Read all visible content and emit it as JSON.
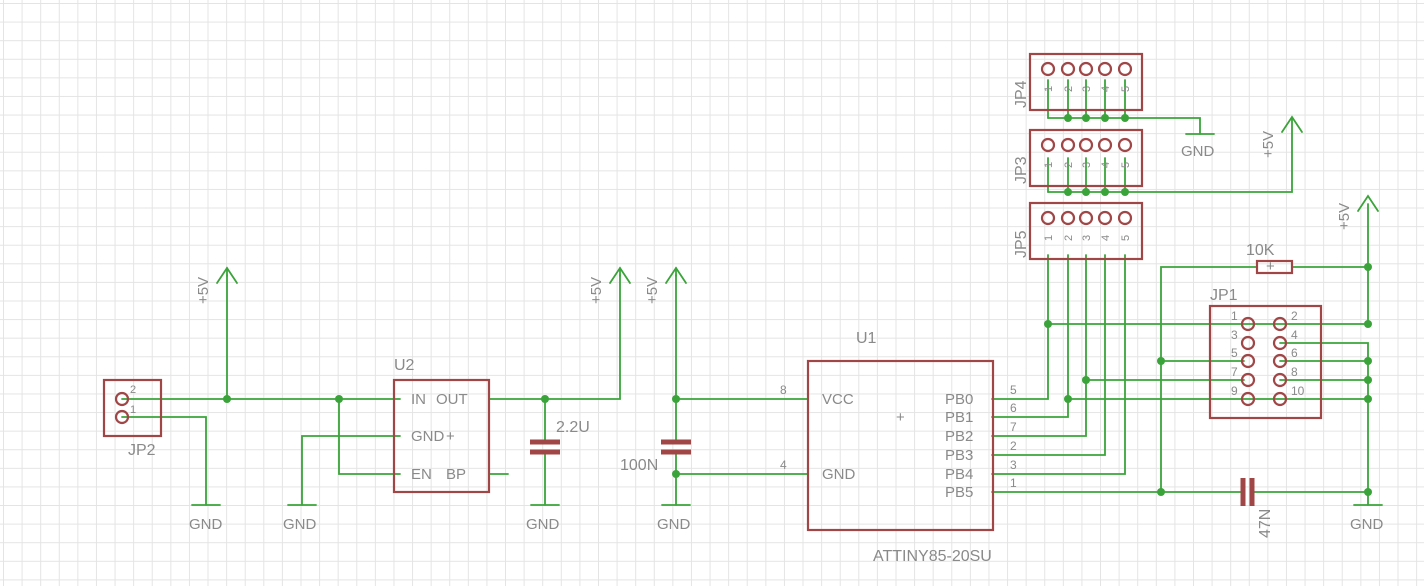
{
  "components": {
    "u1": {
      "name": "U1",
      "value": "ATTINY85-20SU",
      "pins_left": [
        {
          "num": "8",
          "label": "VCC"
        },
        {
          "num": "4",
          "label": "GND"
        }
      ],
      "pins_right": [
        {
          "num": "5",
          "label": "PB0"
        },
        {
          "num": "6",
          "label": "PB1"
        },
        {
          "num": "7",
          "label": "PB2"
        },
        {
          "num": "2",
          "label": "PB3"
        },
        {
          "num": "3",
          "label": "PB4"
        },
        {
          "num": "1",
          "label": "PB5"
        }
      ]
    },
    "u2": {
      "name": "U2",
      "pins": {
        "in": "IN",
        "out": "OUT",
        "gnd": "GND",
        "en": "EN",
        "bp": "BP"
      }
    },
    "jp1": {
      "name": "JP1",
      "pins_left": [
        "1",
        "3",
        "5",
        "7",
        "9"
      ],
      "pins_right": [
        "2",
        "4",
        "6",
        "8",
        "10"
      ]
    },
    "jp2": {
      "name": "JP2",
      "pins": [
        "2",
        "1"
      ]
    },
    "jp3": {
      "name": "JP3",
      "pins": [
        "1",
        "2",
        "3",
        "4",
        "5"
      ]
    },
    "jp4": {
      "name": "JP4",
      "pins": [
        "1",
        "2",
        "3",
        "4",
        "5"
      ]
    },
    "jp5": {
      "name": "JP5",
      "pins": [
        "1",
        "2",
        "3",
        "4",
        "5"
      ]
    },
    "c_2u2": {
      "value": "2.2U"
    },
    "c_100n": {
      "value": "100N"
    },
    "c_47n": {
      "value": "47N"
    },
    "r_10k": {
      "value": "10K"
    }
  },
  "supply": {
    "vcc": "+5V",
    "gnd": "GND"
  },
  "colors": {
    "wire": "#3aa43a",
    "body": "#a04646",
    "text": "#8a8a8a",
    "grid": "#e4e4e4"
  }
}
